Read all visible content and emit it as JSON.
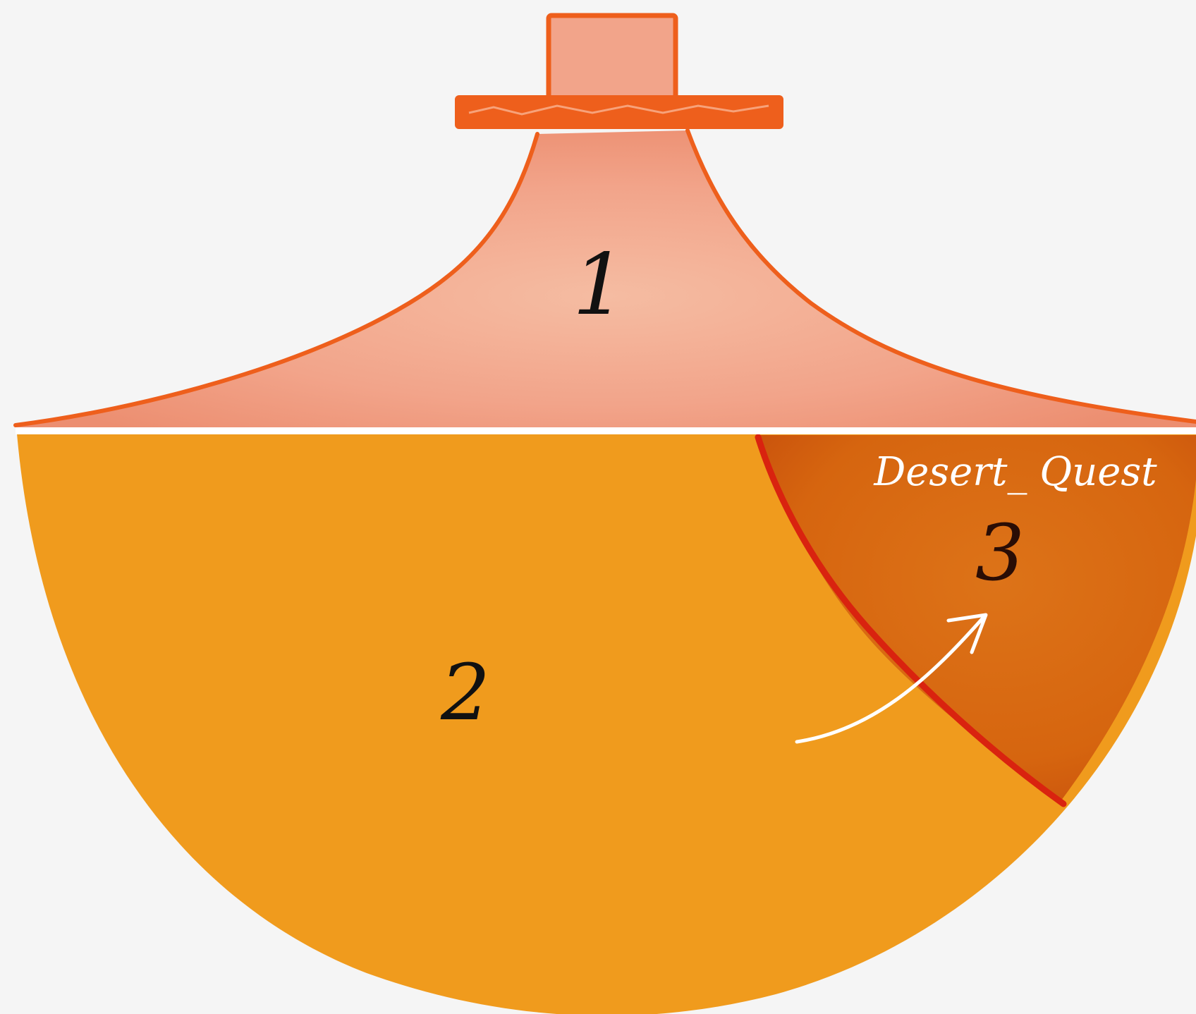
{
  "illustration": {
    "regions": [
      {
        "number_label": "1",
        "fill": "#f2a48a",
        "outline": "#ee5f1c"
      },
      {
        "number_label": "2",
        "fill": "#f09b1d"
      },
      {
        "number_label": "3",
        "fill": "#d96812",
        "outline": "#d9230f"
      }
    ],
    "handwritten_title": "Desert_ Quest",
    "colors": {
      "background": "#f5f5f5",
      "divider": "#ffffff",
      "arrow": "#ffffff",
      "ink": "#111111"
    }
  }
}
